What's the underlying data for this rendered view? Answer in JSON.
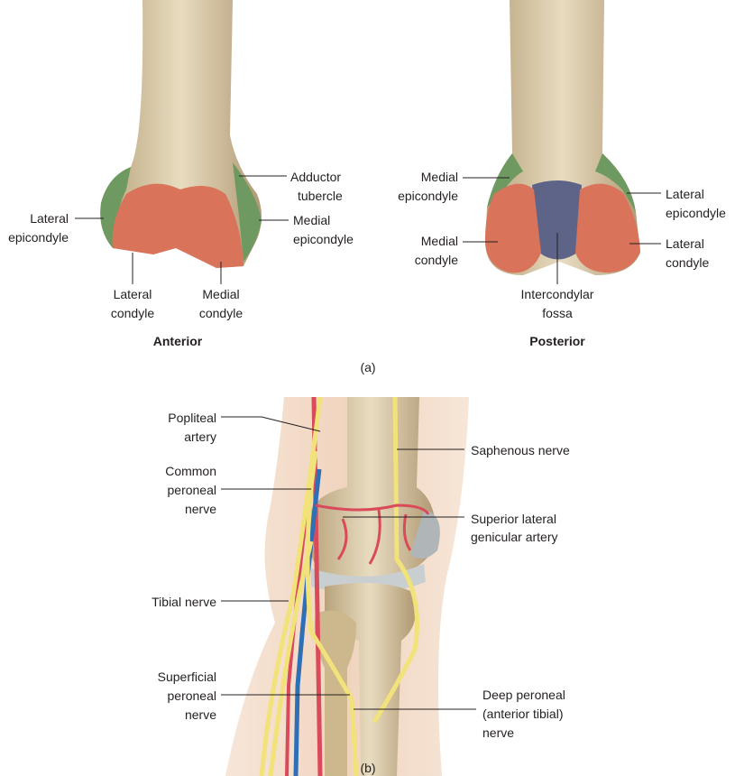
{
  "panel_a": {
    "caption": "(a)",
    "anterior": {
      "title": "Anterior",
      "lateral_epicondyle": [
        "Lateral",
        "epicondyle"
      ],
      "adductor_tubercle": [
        "Adductor",
        "tubercle"
      ],
      "medial_epicondyle": [
        "Medial",
        "epicondyle"
      ],
      "lateral_condyle": [
        "Lateral",
        "condyle"
      ],
      "medial_condyle": [
        "Medial",
        "condyle"
      ]
    },
    "posterior": {
      "title": "Posterior",
      "medial_epicondyle": [
        "Medial",
        "epicondyle"
      ],
      "lateral_epicondyle": [
        "Lateral",
        "epicondyle"
      ],
      "medial_condyle": [
        "Medial",
        "condyle"
      ],
      "lateral_condyle": [
        "Lateral",
        "condyle"
      ],
      "intercondylar_fossa": [
        "Intercondylar",
        "fossa"
      ]
    }
  },
  "panel_b": {
    "caption": "(b)",
    "popliteal_artery": [
      "Popliteal",
      "artery"
    ],
    "common_peroneal_nerve": [
      "Common",
      "peroneal",
      "nerve"
    ],
    "tibial_nerve": "Tibial nerve",
    "superficial_peroneal_nerve": [
      "Superficial",
      "peroneal",
      "nerve"
    ],
    "saphenous_nerve": "Saphenous nerve",
    "superior_lateral_genicular_artery": [
      "Superior lateral",
      "genicular artery"
    ],
    "deep_peroneal_nerve": [
      "Deep peroneal",
      "(anterior tibial)",
      "nerve"
    ]
  },
  "colors": {
    "bone": "#d9c7a0",
    "cartilage": "#d9735a",
    "epicondyle": "#6e9a62",
    "fossa": "#5d6487",
    "nerve": "#f1e27a",
    "artery": "#d94b5a",
    "vein": "#2f6fb5",
    "skin": "#f6e3d3"
  }
}
